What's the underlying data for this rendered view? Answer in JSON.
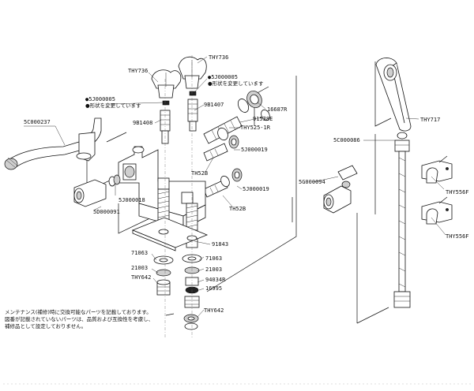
{
  "labels": {
    "thy736_left": "THY736",
    "thy736_right": "THY736",
    "sj_left": "●5J000005",
    "sj_left_note": "●形状を変更しています",
    "sj_right": "●5J000005",
    "sj_right_note": "●形状を変更しています",
    "b1408": "9B1408",
    "b1407": "9B1407",
    "c237": "5C000237",
    "p16687r": "16687R",
    "p91538e": "91538E",
    "thy525": "THY525-1R",
    "thy717": "THY717",
    "sj019_top": "5J000019",
    "sj019_bot": "5J000019",
    "th52b_top": "TH52B",
    "th52b_bot": "TH52B",
    "sc086": "5C000086",
    "sg094": "5G000094",
    "thy556f_top": "THY556F",
    "thy556f_bot": "THY556F",
    "sj018": "5J000018",
    "sd091": "5D000091",
    "p91843": "91843",
    "p71063_left": "71063",
    "p71063_right": "71063",
    "p21003_left": "21003",
    "p21003_right": "21003",
    "thy642_left": "THY642",
    "thy642_right": "THY642",
    "p94034r": "94034R",
    "p16995": "16995"
  },
  "note": {
    "line1": "メンテナンス(補修)時に交換可能なパーツを記載しております。",
    "line2": "図番が記載されていないパーツは、品質および互換性を考慮し、",
    "line3": "補修品として設定しておりません。"
  }
}
